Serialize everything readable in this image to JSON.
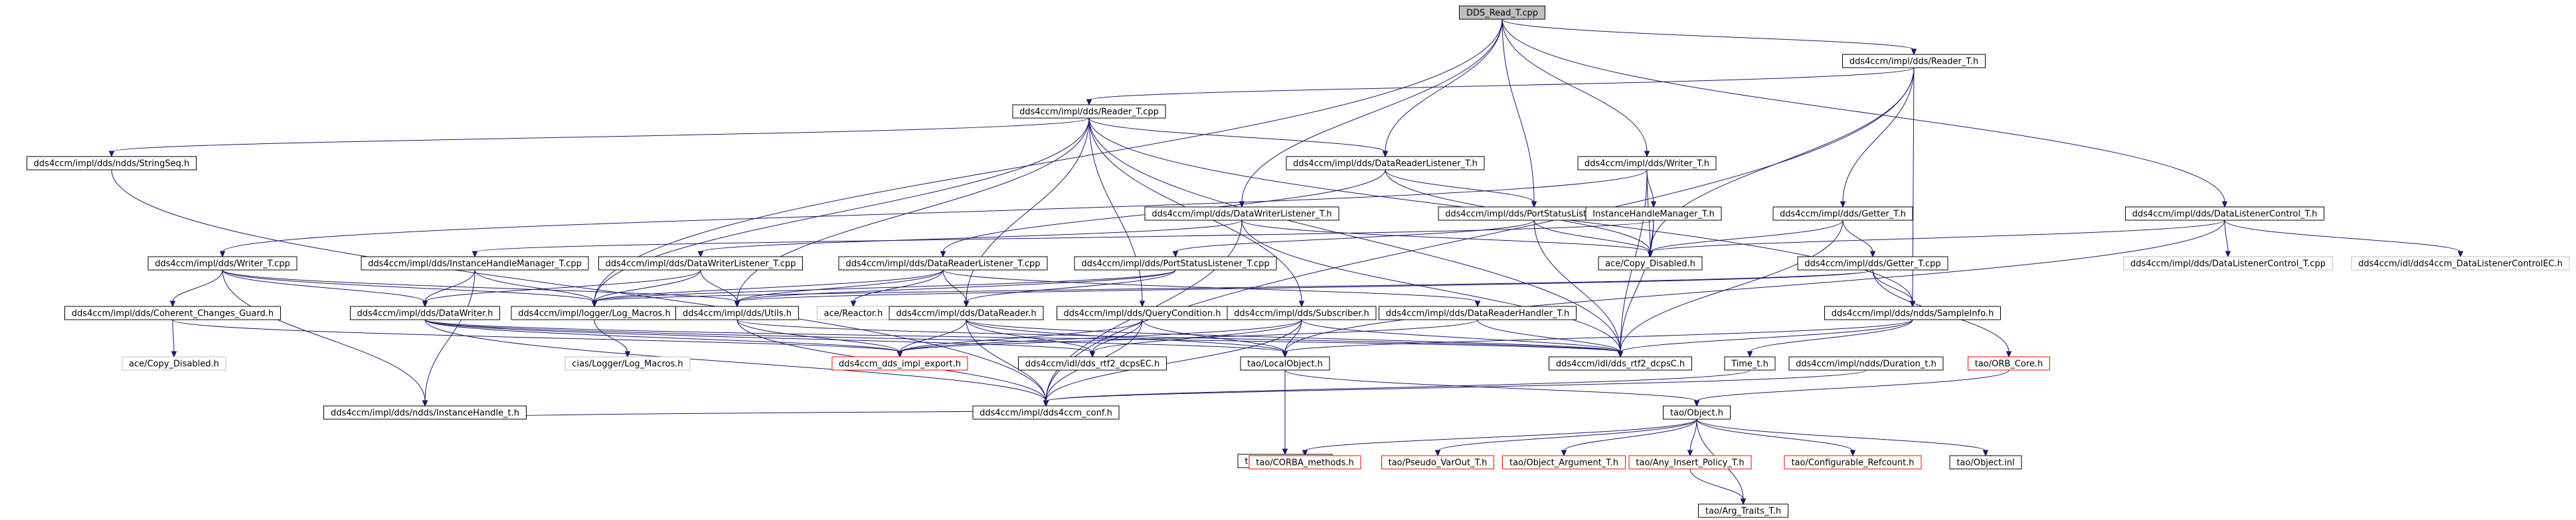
{
  "colors": {
    "root_fill": "#bfbfbf",
    "root_border": "#000000",
    "node_fill": "#ffffff",
    "node_border": "#000000",
    "missing_border": "#ff0000",
    "plain_border": "#bfbfbf",
    "edge": "#191970"
  },
  "nodes": [
    {
      "id": "root",
      "label": "DDS_Read_T.cpp",
      "kind": "root"
    },
    {
      "id": "reader_h",
      "label": "dds4ccm/impl/dds/Reader_T.h",
      "kind": "normal"
    },
    {
      "id": "reader_cpp",
      "label": "dds4ccm/impl/dds/Reader_T.cpp",
      "kind": "normal"
    },
    {
      "id": "stringseq",
      "label": "dds4ccm/impl/dds/ndds/StringSeq.h",
      "kind": "normal"
    },
    {
      "id": "drlistener_h",
      "label": "dds4ccm/impl/dds/DataReaderListener_T.h",
      "kind": "normal"
    },
    {
      "id": "writer_h",
      "label": "dds4ccm/impl/dds/Writer_T.h",
      "kind": "normal"
    },
    {
      "id": "dwlistener_h",
      "label": "dds4ccm/impl/dds/DataWriterListener_T.h",
      "kind": "normal"
    },
    {
      "id": "pslistener_h",
      "label": "dds4ccm/impl/dds/PortStatusListener_T.h",
      "kind": "normal"
    },
    {
      "id": "ihmanager_h",
      "label": "InstanceHandleManager_T.h",
      "kind": "normal"
    },
    {
      "id": "getter_h",
      "label": "dds4ccm/impl/dds/Getter_T.h",
      "kind": "normal"
    },
    {
      "id": "dlcontrol_h",
      "label": "dds4ccm/impl/dds/DataListenerControl_T.h",
      "kind": "normal"
    },
    {
      "id": "writer_cpp",
      "label": "dds4ccm/impl/dds/Writer_T.cpp",
      "kind": "normal"
    },
    {
      "id": "ihmanager_cpp",
      "label": "dds4ccm/impl/dds/InstanceHandleManager_T.cpp",
      "kind": "normal"
    },
    {
      "id": "dwlistener_cpp",
      "label": "dds4ccm/impl/dds/DataWriterListener_T.cpp",
      "kind": "normal"
    },
    {
      "id": "drlistener_cpp",
      "label": "dds4ccm/impl/dds/DataReaderListener_T.cpp",
      "kind": "normal"
    },
    {
      "id": "pslistener_cpp",
      "label": "dds4ccm/impl/dds/PortStatusListener_T.cpp",
      "kind": "normal"
    },
    {
      "id": "ace_copy",
      "label": "ace/Copy_Disabled.h",
      "kind": "normal"
    },
    {
      "id": "getter_cpp",
      "label": "dds4ccm/impl/dds/Getter_T.cpp",
      "kind": "normal"
    },
    {
      "id": "dlcontrol_cpp",
      "label": "dds4ccm/impl/dds/DataListenerControl_T.cpp",
      "kind": "plain"
    },
    {
      "id": "dlcontrol_ec",
      "label": "dds4ccm/idl/dds4ccm_DataListenerControlEC.h",
      "kind": "plain"
    },
    {
      "id": "ccguard",
      "label": "dds4ccm/impl/dds/Coherent_Changes_Guard.h",
      "kind": "normal"
    },
    {
      "id": "datawriter",
      "label": "dds4ccm/impl/dds/DataWriter.h",
      "kind": "normal"
    },
    {
      "id": "logmacros",
      "label": "dds4ccm/impl/logger/Log_Macros.h",
      "kind": "normal"
    },
    {
      "id": "utils",
      "label": "dds4ccm/impl/dds/Utils.h",
      "kind": "normal"
    },
    {
      "id": "ace_reactor",
      "label": "ace/Reactor.h",
      "kind": "plain"
    },
    {
      "id": "datareader",
      "label": "dds4ccm/impl/dds/DataReader.h",
      "kind": "normal"
    },
    {
      "id": "querycond",
      "label": "dds4ccm/impl/dds/QueryCondition.h",
      "kind": "normal"
    },
    {
      "id": "subscriber",
      "label": "dds4ccm/impl/dds/Subscriber.h",
      "kind": "normal"
    },
    {
      "id": "drhandler",
      "label": "dds4ccm/impl/dds/DataReaderHandler_T.h",
      "kind": "normal"
    },
    {
      "id": "sampleinfo",
      "label": "dds4ccm/impl/dds/ndds/SampleInfo.h",
      "kind": "normal"
    },
    {
      "id": "ace_copy2",
      "label": "ace/Copy_Disabled.h",
      "kind": "plain"
    },
    {
      "id": "cias_log",
      "label": "cias/Logger/Log_Macros.h",
      "kind": "plain"
    },
    {
      "id": "export",
      "label": "dds4ccm_dds_impl_export.h",
      "kind": "missing"
    },
    {
      "id": "ddsrf2ec",
      "label": "dds4ccm/idl/dds_rtf2_dcpsEC.h",
      "kind": "normal"
    },
    {
      "id": "localobj_h",
      "label": "tao/LocalObject.h",
      "kind": "normal"
    },
    {
      "id": "ddsrf2c",
      "label": "dds4ccm/idl/dds_rtf2_dcpsC.h",
      "kind": "normal"
    },
    {
      "id": "time_t",
      "label": "Time_t.h",
      "kind": "normal"
    },
    {
      "id": "duration",
      "label": "dds4ccm/impl/ndds/Duration_t.h",
      "kind": "normal"
    },
    {
      "id": "orbcore",
      "label": "tao/ORB_Core.h",
      "kind": "missing"
    },
    {
      "id": "ihandle",
      "label": "dds4ccm/impl/dds/ndds/InstanceHandle_t.h",
      "kind": "normal"
    },
    {
      "id": "conf",
      "label": "dds4ccm/impl/dds4ccm_conf.h",
      "kind": "normal"
    },
    {
      "id": "localobj_inl",
      "label": "tao/LocalObject.inl",
      "kind": "normal"
    },
    {
      "id": "object_h",
      "label": "tao/Object.h",
      "kind": "normal"
    },
    {
      "id": "corba_methods",
      "label": "tao/CORBA_methods.h",
      "kind": "missing"
    },
    {
      "id": "pseudo_varout",
      "label": "tao/Pseudo_VarOut_T.h",
      "kind": "missing"
    },
    {
      "id": "object_arg",
      "label": "tao/Object_Argument_T.h",
      "kind": "missing"
    },
    {
      "id": "any_insert",
      "label": "tao/Any_Insert_Policy_T.h",
      "kind": "missing"
    },
    {
      "id": "configurable",
      "label": "tao/Configurable_Refcount.h",
      "kind": "missing"
    },
    {
      "id": "object_inl",
      "label": "tao/Object.inl",
      "kind": "normal"
    },
    {
      "id": "arg_traits",
      "label": "tao/Arg_Traits_T.h",
      "kind": "normal"
    }
  ],
  "edges": [
    [
      "root",
      "reader_h"
    ],
    [
      "root",
      "drlistener_h"
    ],
    [
      "root",
      "writer_h"
    ],
    [
      "root",
      "dwlistener_h"
    ],
    [
      "root",
      "pslistener_h"
    ],
    [
      "root",
      "dlcontrol_h"
    ],
    [
      "root",
      "logmacros"
    ],
    [
      "reader_h",
      "reader_cpp"
    ],
    [
      "reader_h",
      "getter_h"
    ],
    [
      "reader_h",
      "ace_copy"
    ],
    [
      "reader_h",
      "conf"
    ],
    [
      "reader_h",
      "sampleinfo"
    ],
    [
      "reader_cpp",
      "stringseq"
    ],
    [
      "reader_cpp",
      "drlistener_h"
    ],
    [
      "reader_cpp",
      "logmacros"
    ],
    [
      "reader_cpp",
      "utils"
    ],
    [
      "reader_cpp",
      "datareader"
    ],
    [
      "reader_cpp",
      "querycond"
    ],
    [
      "reader_cpp",
      "sampleinfo"
    ],
    [
      "reader_cpp",
      "ddsrf2c"
    ],
    [
      "reader_cpp",
      "subscriber"
    ],
    [
      "stringseq",
      "conf"
    ],
    [
      "drlistener_h",
      "pslistener_h"
    ],
    [
      "drlistener_h",
      "drlistener_cpp"
    ],
    [
      "drlistener_h",
      "ace_copy"
    ],
    [
      "writer_h",
      "ihmanager_h"
    ],
    [
      "writer_h",
      "writer_cpp"
    ],
    [
      "writer_h",
      "ace_copy"
    ],
    [
      "writer_h",
      "ddsrf2c"
    ],
    [
      "dwlistener_h",
      "dwlistener_cpp"
    ],
    [
      "dwlistener_h",
      "ace_copy"
    ],
    [
      "dwlistener_h",
      "ddsrf2c"
    ],
    [
      "dwlistener_h",
      "conf"
    ],
    [
      "pslistener_h",
      "pslistener_cpp"
    ],
    [
      "pslistener_h",
      "ace_copy"
    ],
    [
      "pslistener_h",
      "ddsrf2c"
    ],
    [
      "ihmanager_h",
      "ihmanager_cpp"
    ],
    [
      "ihmanager_h",
      "ace_copy"
    ],
    [
      "ihmanager_h",
      "ddsrf2c"
    ],
    [
      "getter_h",
      "getter_cpp"
    ],
    [
      "getter_h",
      "ace_copy"
    ],
    [
      "getter_h",
      "ddsrf2c"
    ],
    [
      "dlcontrol_h",
      "dlcontrol_cpp"
    ],
    [
      "dlcontrol_h",
      "dlcontrol_ec"
    ],
    [
      "dlcontrol_h",
      "ace_copy"
    ],
    [
      "dlcontrol_h",
      "localobj_h"
    ],
    [
      "writer_cpp",
      "ccguard"
    ],
    [
      "writer_cpp",
      "datawriter"
    ],
    [
      "writer_cpp",
      "logmacros"
    ],
    [
      "writer_cpp",
      "utils"
    ],
    [
      "writer_cpp",
      "ihandle"
    ],
    [
      "ihmanager_cpp",
      "logmacros"
    ],
    [
      "ihmanager_cpp",
      "datawriter"
    ],
    [
      "ihmanager_cpp",
      "ihandle"
    ],
    [
      "dwlistener_cpp",
      "logmacros"
    ],
    [
      "dwlistener_cpp",
      "utils"
    ],
    [
      "dwlistener_cpp",
      "datawriter"
    ],
    [
      "drlistener_cpp",
      "logmacros"
    ],
    [
      "drlistener_cpp",
      "utils"
    ],
    [
      "drlistener_cpp",
      "datareader"
    ],
    [
      "drlistener_cpp",
      "ace_reactor"
    ],
    [
      "drlistener_cpp",
      "drhandler"
    ],
    [
      "pslistener_cpp",
      "logmacros"
    ],
    [
      "pslistener_cpp",
      "utils"
    ],
    [
      "pslistener_cpp",
      "datareader"
    ],
    [
      "getter_cpp",
      "logmacros"
    ],
    [
      "getter_cpp",
      "sampleinfo"
    ],
    [
      "getter_cpp",
      "utils"
    ],
    [
      "getter_cpp",
      "orbcore"
    ],
    [
      "ccguard",
      "ace_copy2"
    ],
    [
      "ccguard",
      "export"
    ],
    [
      "datawriter",
      "export"
    ],
    [
      "datawriter",
      "ddsrf2ec"
    ],
    [
      "datawriter",
      "localobj_h"
    ],
    [
      "datawriter",
      "ddsrf2c"
    ],
    [
      "datawriter",
      "conf"
    ],
    [
      "logmacros",
      "cias_log"
    ],
    [
      "utils",
      "export"
    ],
    [
      "utils",
      "conf"
    ],
    [
      "utils",
      "ddsrf2c"
    ],
    [
      "datareader",
      "export"
    ],
    [
      "datareader",
      "ddsrf2ec"
    ],
    [
      "datareader",
      "localobj_h"
    ],
    [
      "datareader",
      "ddsrf2c"
    ],
    [
      "datareader",
      "conf"
    ],
    [
      "querycond",
      "export"
    ],
    [
      "querycond",
      "ddsrf2ec"
    ],
    [
      "querycond",
      "localobj_h"
    ],
    [
      "querycond",
      "conf"
    ],
    [
      "subscriber",
      "export"
    ],
    [
      "subscriber",
      "ddsrf2ec"
    ],
    [
      "subscriber",
      "localobj_h"
    ],
    [
      "subscriber",
      "ddsrf2c"
    ],
    [
      "subscriber",
      "conf"
    ],
    [
      "drhandler",
      "ddsrf2c"
    ],
    [
      "drhandler",
      "export"
    ],
    [
      "sampleinfo",
      "time_t"
    ],
    [
      "sampleinfo",
      "ddsrf2c"
    ],
    [
      "sampleinfo",
      "localobj_h"
    ],
    [
      "time_t",
      "conf"
    ],
    [
      "duration",
      "conf"
    ],
    [
      "ihandle",
      "conf"
    ],
    [
      "localobj_h",
      "localobj_inl"
    ],
    [
      "localobj_h",
      "object_h"
    ],
    [
      "orbcore",
      "object_h"
    ],
    [
      "object_h",
      "corba_methods"
    ],
    [
      "object_h",
      "pseudo_varout"
    ],
    [
      "object_h",
      "object_arg"
    ],
    [
      "object_h",
      "any_insert"
    ],
    [
      "object_h",
      "configurable"
    ],
    [
      "object_h",
      "object_inl"
    ],
    [
      "object_h",
      "arg_traits"
    ],
    [
      "any_insert",
      "arg_traits"
    ]
  ]
}
